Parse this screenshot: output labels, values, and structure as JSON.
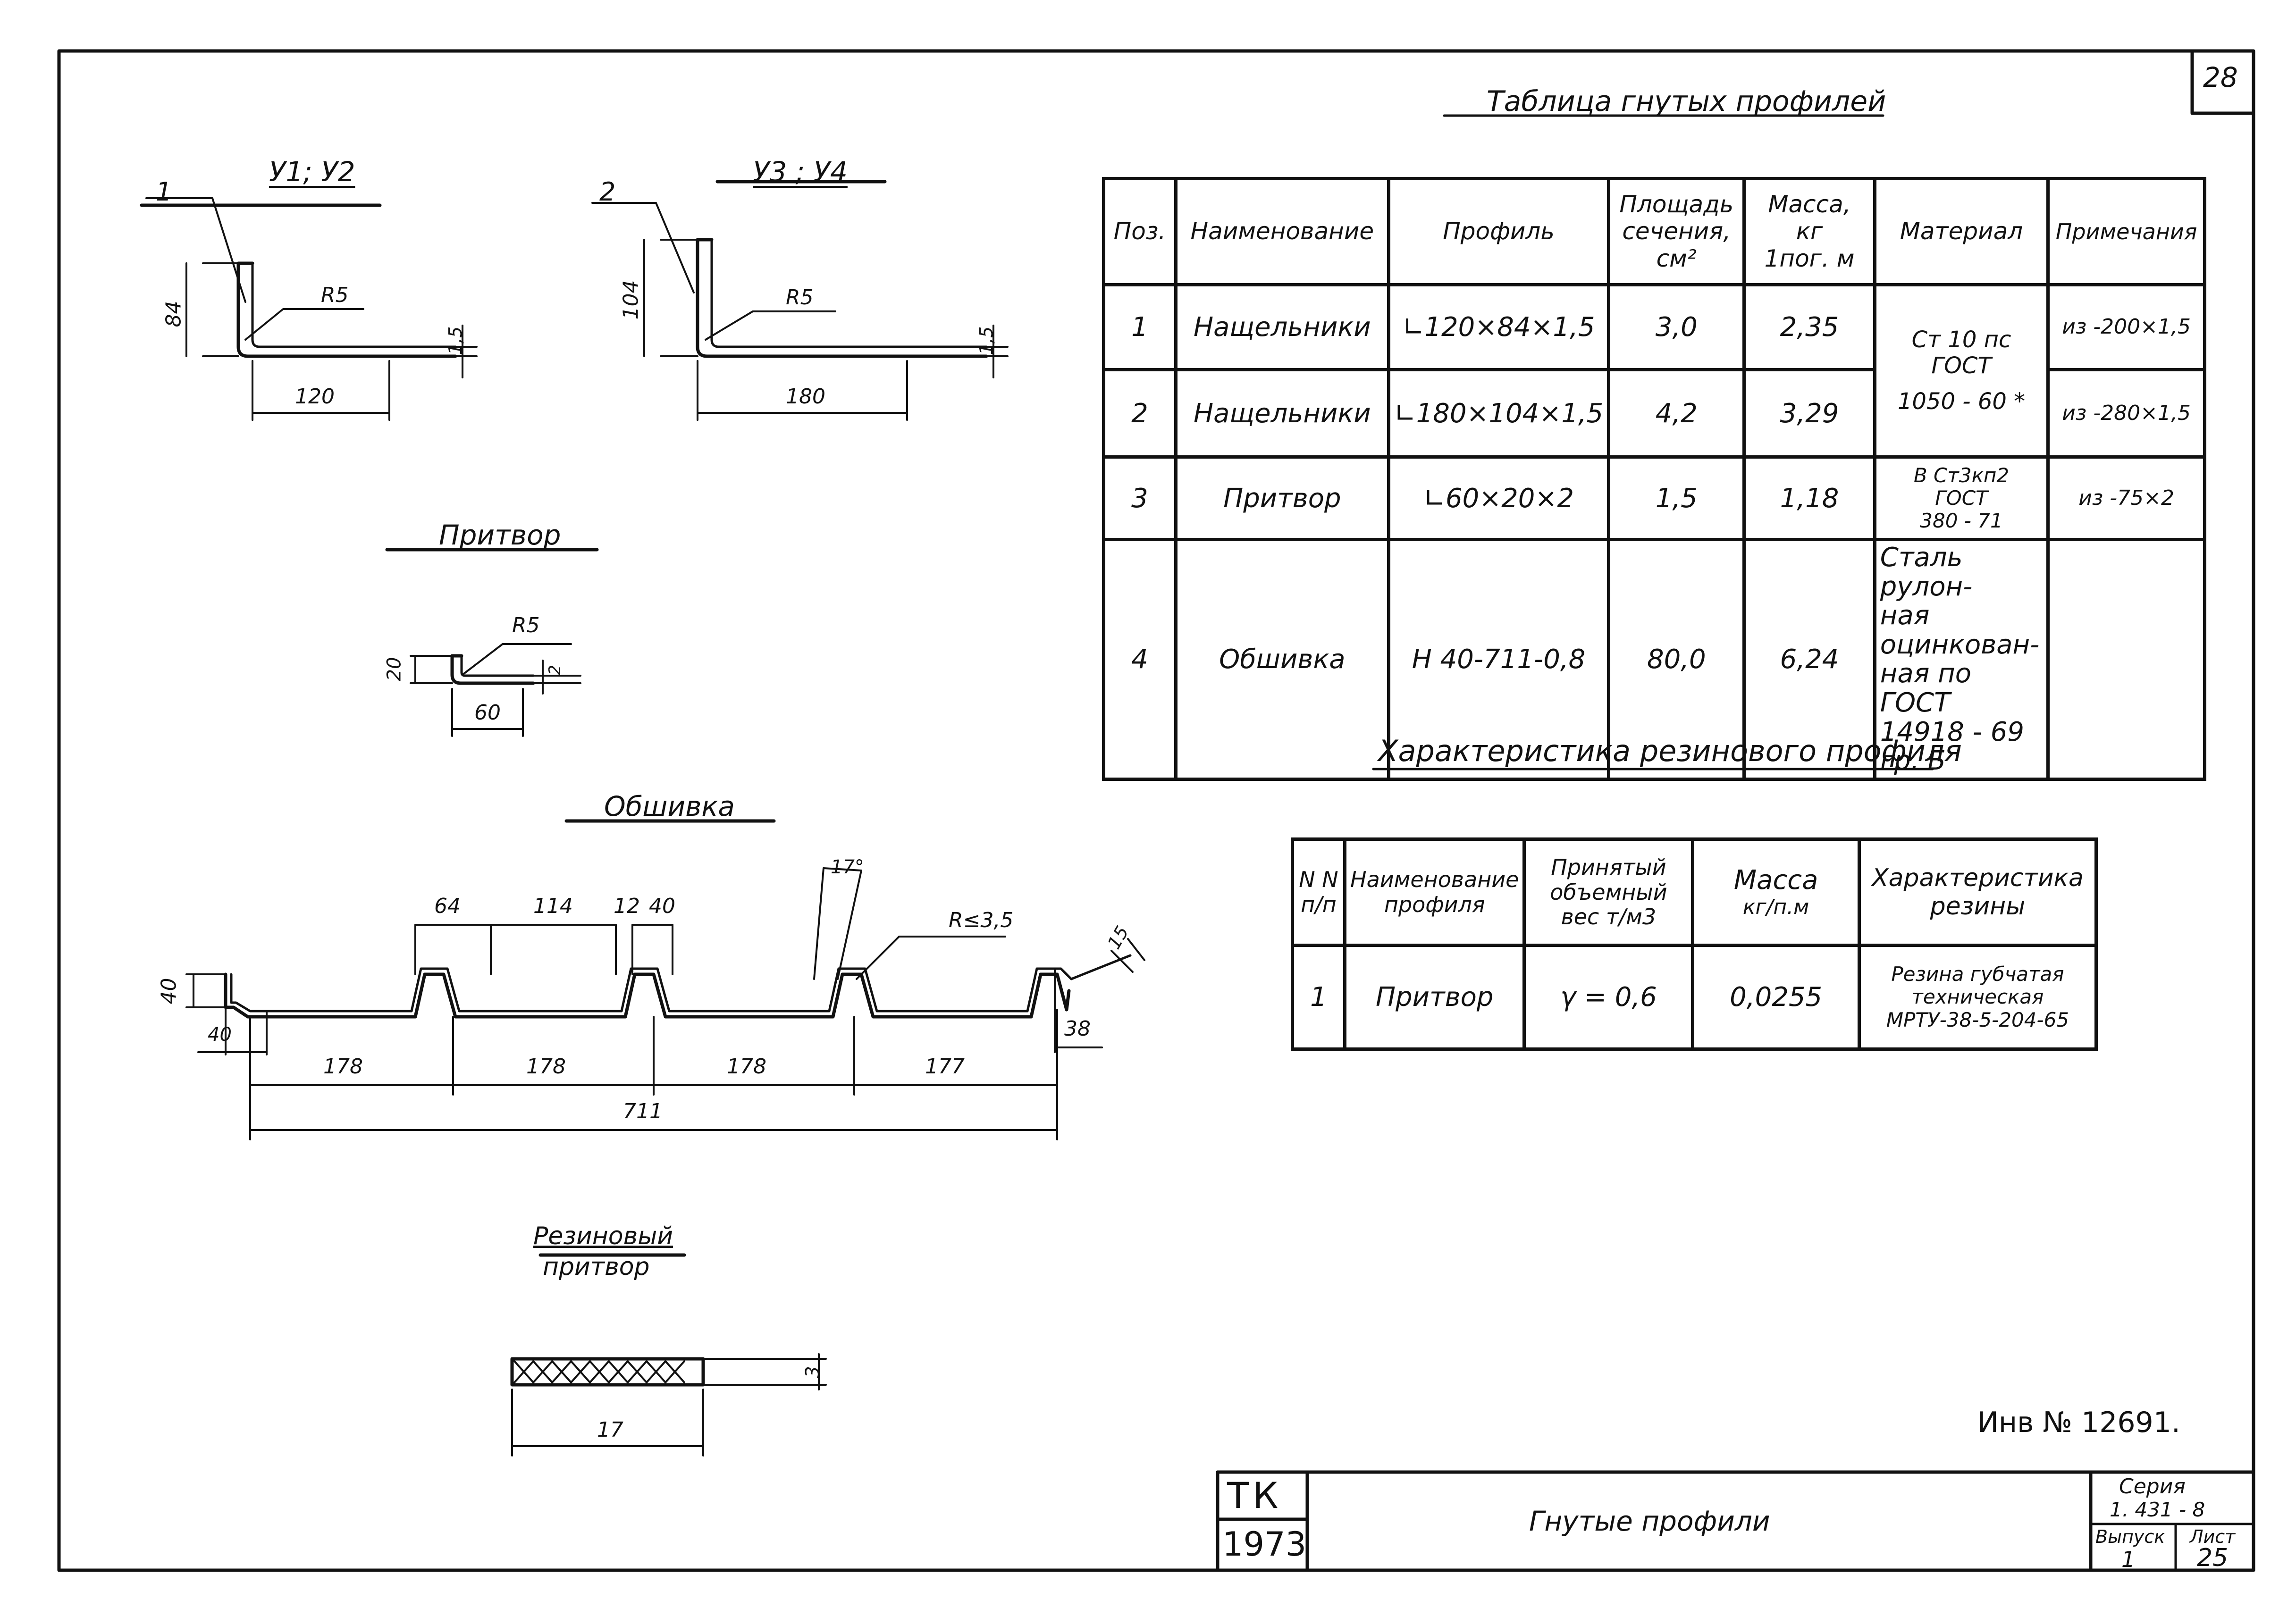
{
  "sheet": {
    "page_number": "28",
    "inventory": "Инв № 12691."
  },
  "drawings": {
    "u1u2": {
      "title": "У1; У2",
      "pos": "1",
      "height": "84",
      "radius": "R5",
      "thickness": "1,5",
      "length": "120"
    },
    "u3u4": {
      "title": "У3 ; У4",
      "pos": "2",
      "height": "104",
      "radius": "R5",
      "thickness": "1,5",
      "length": "180"
    },
    "pritvor": {
      "title": "Притвор",
      "radius": "R5",
      "height": "20",
      "thickness": "2",
      "length": "60"
    },
    "obshivka": {
      "title": "Обшивка",
      "dims": {
        "d64": "64",
        "d114": "114",
        "d12": "12",
        "d40": "40",
        "angle": "17°",
        "radius": "R≤3,5",
        "d15": "15",
        "h40": "40",
        "w40": "40",
        "d38": "38",
        "s1": "178",
        "s2": "178",
        "s3": "178",
        "s4": "177",
        "total": "711"
      }
    },
    "rubber": {
      "title_line1": "Резиновый",
      "title_line2": "притвор",
      "height": "3",
      "length": "17"
    }
  },
  "profiles_table": {
    "title": "Таблица гнутых профилей",
    "headers": {
      "pos": "Поз.",
      "name": "Наименование",
      "profile": "Профиль",
      "area": [
        "Площадь",
        "сечения,",
        "см²"
      ],
      "mass": [
        "Масса,",
        "кг",
        "1пог. м"
      ],
      "material": "Материал",
      "notes": "Примечания"
    },
    "rows": [
      {
        "pos": "1",
        "name": "Нащельники",
        "profile": "∟120×84×1,5",
        "area": "3,0",
        "mass": "2,35",
        "notes": "из -200×1,5"
      },
      {
        "pos": "2",
        "name": "Нащельники",
        "profile": "∟180×104×1,5",
        "area": "4,2",
        "mass": "3,29",
        "notes": "из -280×1,5"
      },
      {
        "pos": "3",
        "name": "Притвор",
        "profile": "∟60×20×2",
        "area": "1,5",
        "mass": "1,18",
        "notes": "из -75×2"
      },
      {
        "pos": "4",
        "name": "Обшивка",
        "profile": "Н 40-711-0,8",
        "area": "80,0",
        "mass": "6,24",
        "notes": ""
      }
    ],
    "materials": {
      "m12": [
        "Ст 10 пс",
        "ГОСТ",
        "1050 - 60 *"
      ],
      "m3": [
        "В Ст3кп2",
        "ГОСТ",
        "380 - 71"
      ],
      "m4": [
        "Сталь рулон-",
        "ная оцинкован-",
        "ная по ГОСТ",
        "14918 - 69 гр. Б"
      ]
    }
  },
  "rubber_table": {
    "title": "Характеристика резинового профиля",
    "headers": {
      "nn": [
        "N N",
        "п/п"
      ],
      "name": [
        "Наименование",
        "профиля"
      ],
      "weight": [
        "Принятый",
        "объемный",
        "вес т/м3"
      ],
      "mass": [
        "Масса",
        "кг/п.м"
      ],
      "char": [
        "Характеристика",
        "резины"
      ]
    },
    "row": {
      "nn": "1",
      "name": "Притвор",
      "weight": "γ = 0,6",
      "mass": "0,0255",
      "char": [
        "Резина губчатая",
        "техническая",
        "МРТУ-38-5-204-65"
      ]
    }
  },
  "stamp": {
    "org": "ТК",
    "year": "1973",
    "title": "Гнутые профили",
    "series_label": "Серия",
    "series_value": "1. 431 - 8",
    "issue_label": "Выпуск",
    "issue_value": "1",
    "sheet_label": "Лист",
    "sheet_value": "25"
  }
}
